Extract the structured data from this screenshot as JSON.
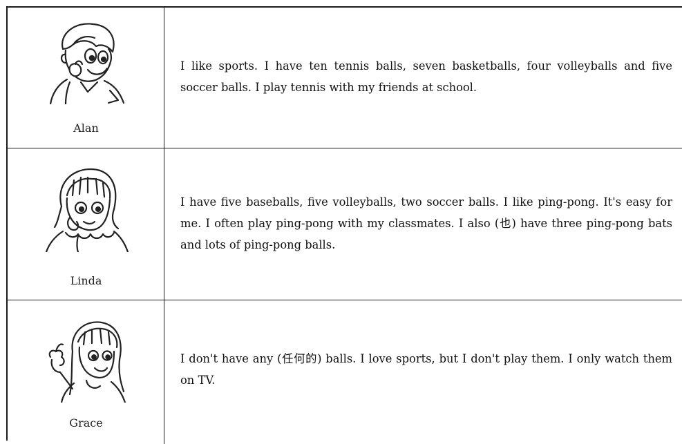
{
  "rows": [
    {
      "name": "Alan",
      "text": "I like sports. I have ten tennis balls, seven basketballs, four volleyballs and five soccer balls. I play tennis with my friends at school."
    },
    {
      "name": "Linda",
      "text": "I have five baseballs, five volleyballs, two soccer balls. I like ping-pong. It's easy for me. I often play ping-pong with my classmates. I also (也) have three ping-pong bats and lots of ping-pong balls."
    },
    {
      "name": "Grace",
      "text": "I don't have any (任何的) balls. I love sports, but I don't play them. I only watch them on TV."
    }
  ]
}
